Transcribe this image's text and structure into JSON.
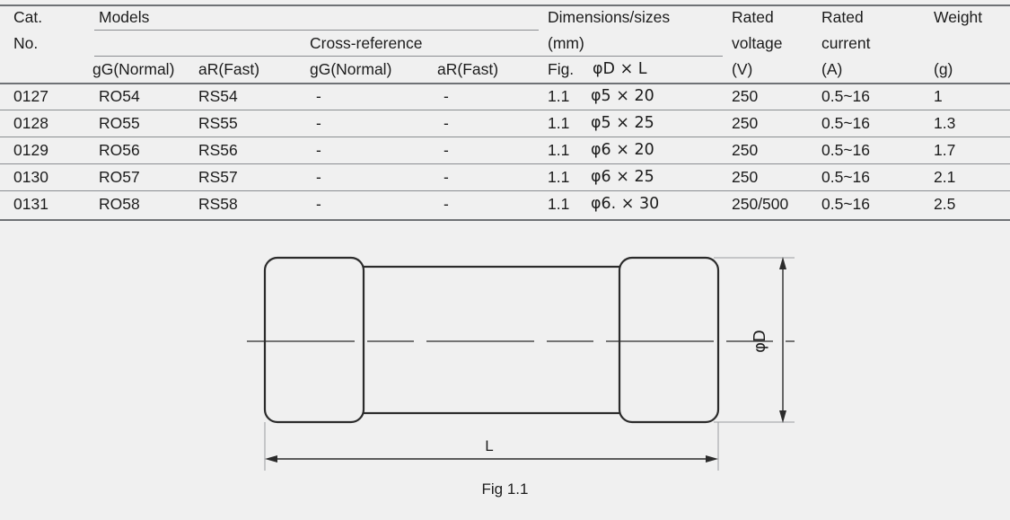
{
  "table": {
    "headers": {
      "cat_no_line1": "Cat.",
      "cat_no_line2": "No.",
      "models": "Models",
      "cross_reference": "Cross-reference",
      "models_gg": "gG(Normal)",
      "models_ar": "aR(Fast)",
      "xref_gg": "gG(Normal)",
      "xref_ar": "aR(Fast)",
      "dimensions_line1": "Dimensions/sizes",
      "dimensions_line2": "(mm)",
      "fig": "Fig.",
      "dia_len": "φD × L",
      "rated_voltage_line1": "Rated",
      "rated_voltage_line2": "voltage",
      "rated_voltage_unit": "(V)",
      "rated_current_line1": "Rated",
      "rated_current_line2": "current",
      "rated_current_unit": "(A)",
      "weight": "Weight",
      "weight_unit": "(g)"
    },
    "rows": [
      {
        "cat_no": "0127",
        "models_gg": "RO54",
        "models_ar": "RS54",
        "xref_gg": "-",
        "xref_ar": "-",
        "fig": "1.1",
        "dia_len": "φ5 × 20",
        "voltage": "250",
        "current": "0.5~16",
        "weight": "1"
      },
      {
        "cat_no": "0128",
        "models_gg": "RO55",
        "models_ar": "RS55",
        "xref_gg": "-",
        "xref_ar": "-",
        "fig": "1.1",
        "dia_len": "φ5 × 25",
        "voltage": "250",
        "current": "0.5~16",
        "weight": "1.3"
      },
      {
        "cat_no": "0129",
        "models_gg": "RO56",
        "models_ar": "RS56",
        "xref_gg": "-",
        "xref_ar": "-",
        "fig": "1.1",
        "dia_len": "φ6 × 20",
        "voltage": "250",
        "current": "0.5~16",
        "weight": "1.7"
      },
      {
        "cat_no": "0130",
        "models_gg": "RO57",
        "models_ar": "RS57",
        "xref_gg": "-",
        "xref_ar": "-",
        "fig": "1.1",
        "dia_len": "φ6 × 25",
        "voltage": "250",
        "current": "0.5~16",
        "weight": "2.1"
      },
      {
        "cat_no": "0131",
        "models_gg": "RO58",
        "models_ar": "RS58",
        "xref_gg": "-",
        "xref_ar": "-",
        "fig": "1.1",
        "dia_len": "φ6. × 30",
        "voltage": "250/500",
        "current": "0.5~16",
        "weight": "2.5"
      }
    ]
  },
  "figure": {
    "caption": "Fig 1.1",
    "length_label": "L",
    "diameter_label": "φD"
  },
  "colors": {
    "background": "#f0f0f0",
    "text": "#1c1c1c",
    "rule": "#8a8d91",
    "outline": "#2b2b2b"
  }
}
